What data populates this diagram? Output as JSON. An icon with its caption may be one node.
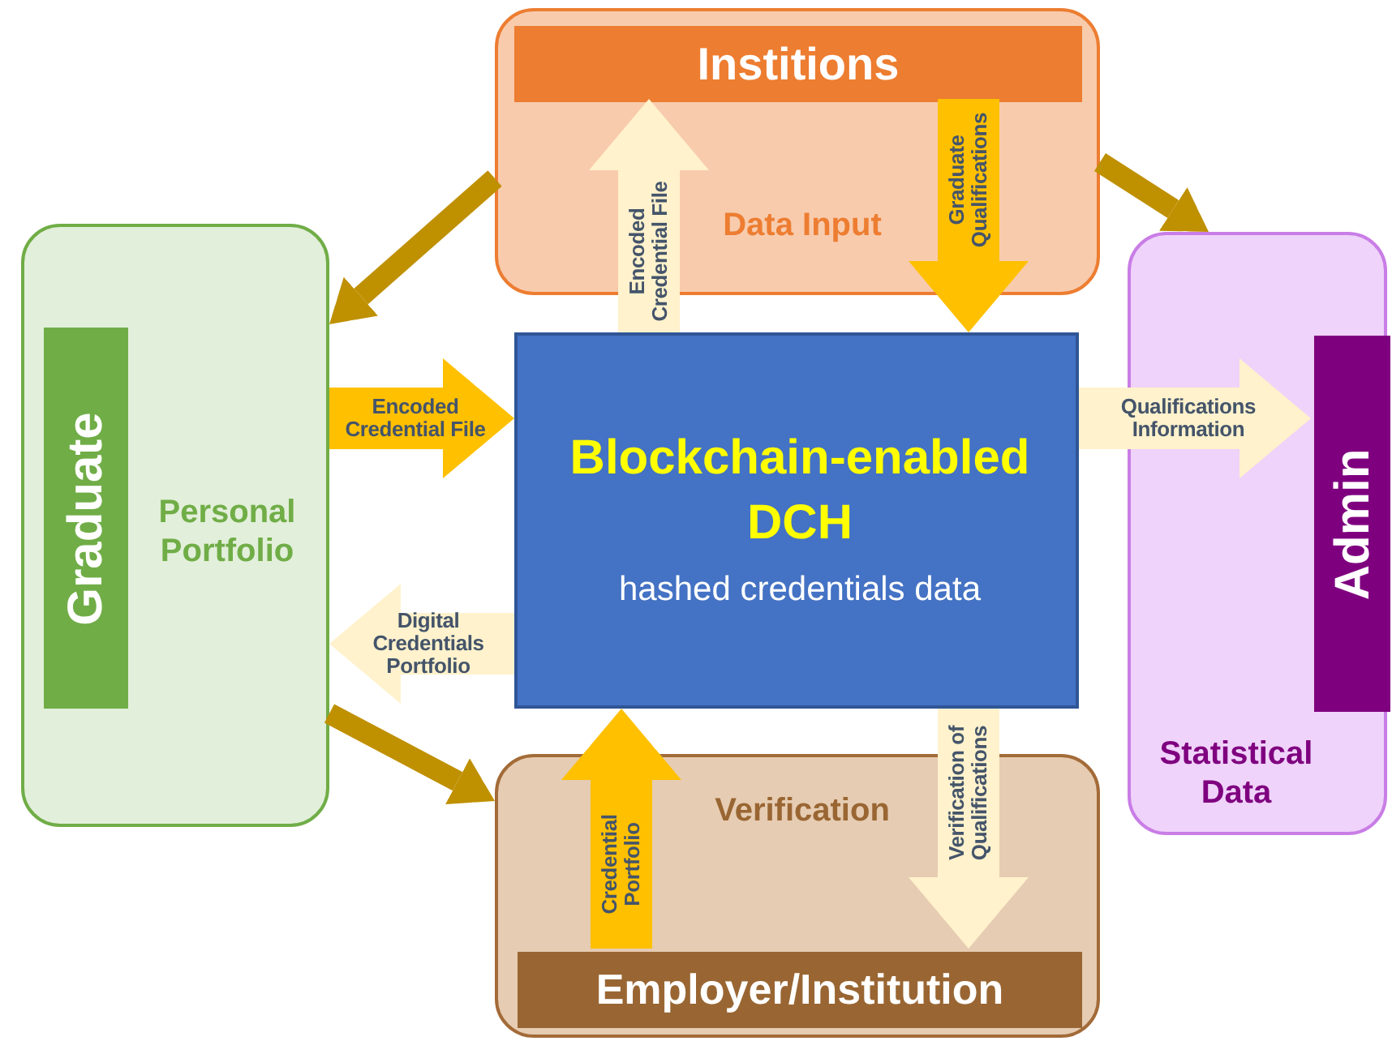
{
  "diagram": {
    "nodes": [
      {
        "text": [
          "Data Input"
        ]
      },
      {
        "text": [
          "Institions"
        ],
        "in": 0
      },
      {
        "text": [
          "Personal Portfolio"
        ]
      },
      {
        "text": [
          "Graduate"
        ],
        "in": 2
      },
      {
        "text": [
          "Blockchain-enabled DCH",
          "hashed credentials data"
        ]
      },
      {
        "text": [
          "Statistical Data"
        ]
      },
      {
        "text": [
          "Admin"
        ],
        "in": 5
      },
      {
        "text": [
          "Verification"
        ]
      },
      {
        "text": [
          "Employer/Institution"
        ],
        "in": 7
      }
    ],
    "edges": [
      {
        "from": 4,
        "to": 1,
        "arrow": "to",
        "label": "Encoded Credential File"
      },
      {
        "from": 1,
        "to": 4,
        "arrow": "to",
        "label": "Graduate Qualifications",
        "color": "#ffc000"
      },
      {
        "from": 0,
        "to": 2,
        "arrow": "to",
        "color": "#bf9000"
      },
      {
        "from": 0,
        "to": 5,
        "arrow": "to",
        "color": "#bf9000"
      },
      {
        "from": 2,
        "to": 4,
        "arrow": "to",
        "label": "Encoded Credential File",
        "color": "#ffc000"
      },
      {
        "from": 4,
        "to": 6,
        "arrow": "to",
        "label": "Qualifications Information"
      },
      {
        "from": 4,
        "to": 2,
        "arrow": "to",
        "label": "Digital Credentials Portfolio"
      },
      {
        "from": 2,
        "to": 7,
        "arrow": "to",
        "color": "#bf9000"
      },
      {
        "from": 8,
        "to": 4,
        "arrow": "to",
        "label": "Credential Portfolio",
        "color": "#ffc000"
      },
      {
        "from": 4,
        "to": 8,
        "arrow": "to",
        "label": "Verification of Qualifications"
      }
    ]
  }
}
